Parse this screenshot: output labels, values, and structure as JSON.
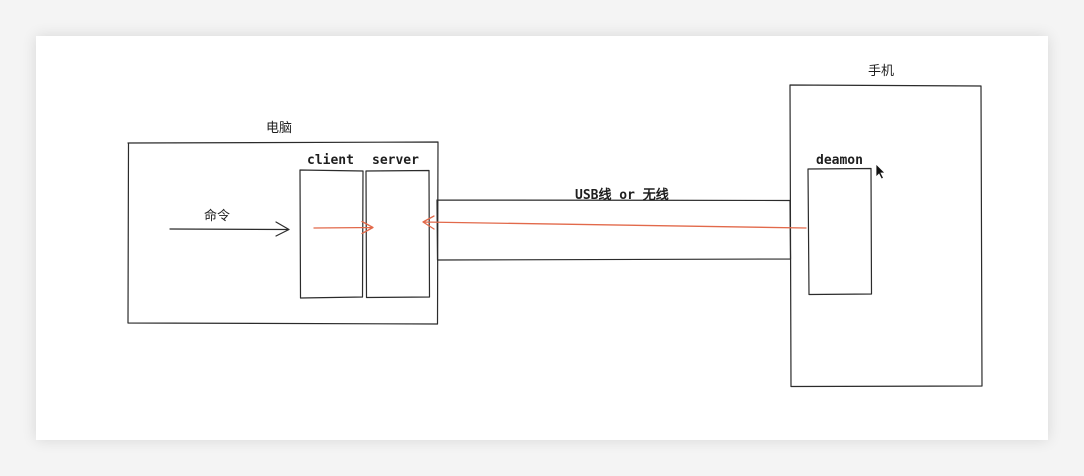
{
  "labels": {
    "computer": "电脑",
    "phone": "手机",
    "command": "命令",
    "client": "client",
    "server": "server",
    "connection": "USB线 or 无线",
    "daemon": "deamon"
  },
  "colors": {
    "stroke": "#2b2b2b",
    "accent_arrow": "#e2694a",
    "background": "#ffffff"
  },
  "icons": {
    "cursor": "mouse-pointer-icon"
  }
}
